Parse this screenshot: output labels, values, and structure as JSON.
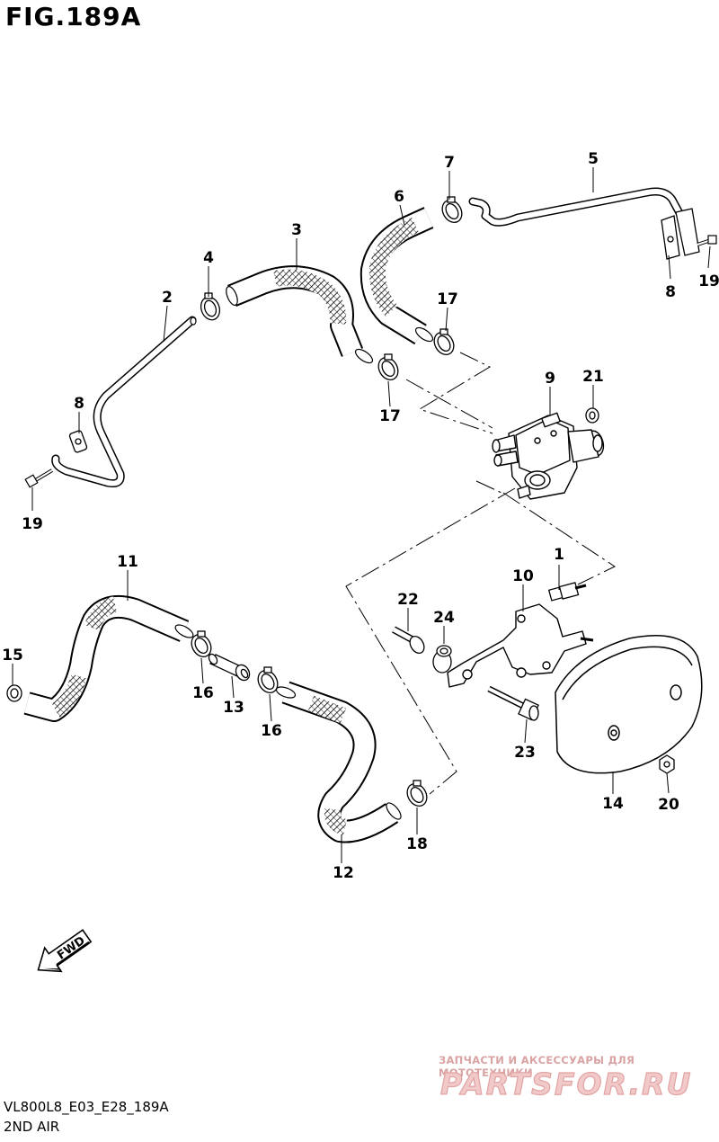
{
  "figure": {
    "title": "FIG.189A",
    "code": "VL800L8_E03_E28_189A",
    "subtitle": "2ND AIR"
  },
  "watermark": {
    "tagline": "ЗАПЧАСТИ И АКСЕССУАРЫ ДЛЯ МОТОТЕХНИКИ",
    "brand": "PARTSFOR.RU",
    "color": "#e4a3a3"
  },
  "fwd_arrow": {
    "label": "FWD",
    "icon": "fwd-arrow-icon"
  },
  "callouts": [
    {
      "id": "c1",
      "label": "1"
    },
    {
      "id": "c2",
      "label": "2"
    },
    {
      "id": "c3",
      "label": "3"
    },
    {
      "id": "c4",
      "label": "4"
    },
    {
      "id": "c5",
      "label": "5"
    },
    {
      "id": "c6",
      "label": "6"
    },
    {
      "id": "c7",
      "label": "7"
    },
    {
      "id": "c8a",
      "label": "8"
    },
    {
      "id": "c8b",
      "label": "8"
    },
    {
      "id": "c9",
      "label": "9"
    },
    {
      "id": "c10",
      "label": "10"
    },
    {
      "id": "c11",
      "label": "11"
    },
    {
      "id": "c12",
      "label": "12"
    },
    {
      "id": "c13",
      "label": "13"
    },
    {
      "id": "c14",
      "label": "14"
    },
    {
      "id": "c15",
      "label": "15"
    },
    {
      "id": "c16a",
      "label": "16"
    },
    {
      "id": "c16b",
      "label": "16"
    },
    {
      "id": "c17a",
      "label": "17"
    },
    {
      "id": "c17b",
      "label": "17"
    },
    {
      "id": "c18",
      "label": "18"
    },
    {
      "id": "c19a",
      "label": "19"
    },
    {
      "id": "c19b",
      "label": "19"
    },
    {
      "id": "c20",
      "label": "20"
    },
    {
      "id": "c21",
      "label": "21"
    },
    {
      "id": "c22",
      "label": "22"
    },
    {
      "id": "c23",
      "label": "23"
    },
    {
      "id": "c24",
      "label": "24"
    }
  ],
  "colors": {
    "line": "#000000",
    "hose_fill": "#ffffff",
    "background": "#ffffff"
  }
}
